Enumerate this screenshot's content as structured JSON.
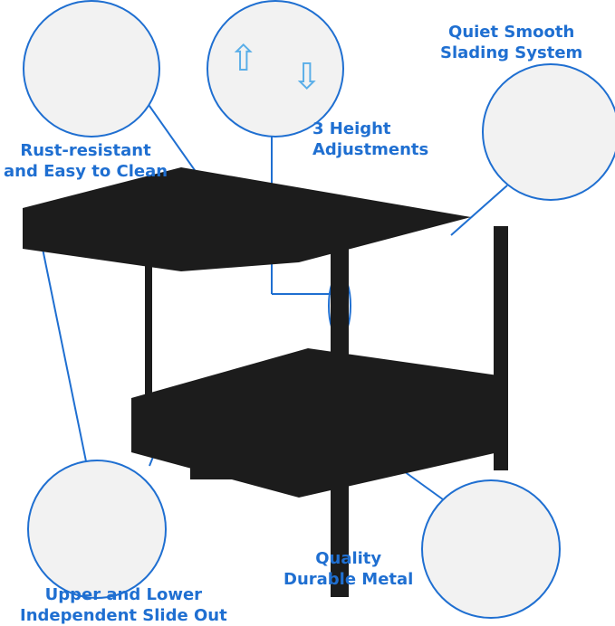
{
  "labels": {
    "rust": [
      "Rust-resistant",
      "and Easy to Clean"
    ],
    "height": [
      "3 Height",
      "Adjustments"
    ],
    "sliding": [
      "Quiet Smooth",
      "Slading System"
    ],
    "metal": [
      "Quality",
      "Durable Metal"
    ],
    "slide_out": [
      "Upper and Lower",
      "Independent Slide Out"
    ]
  },
  "colors": {
    "accent": "#1f6fd1",
    "product": "#1c1c1c"
  }
}
